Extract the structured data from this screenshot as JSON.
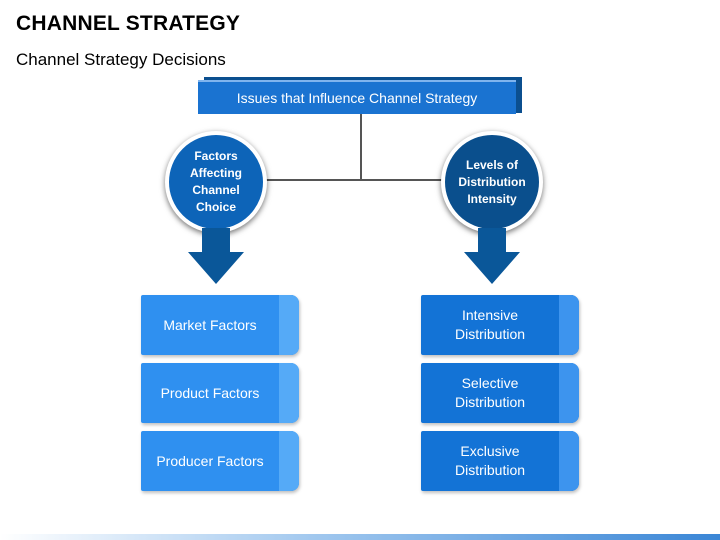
{
  "title": "CHANNEL STRATEGY",
  "subtitle": "Channel Strategy Decisions",
  "header": {
    "label": "Issues that Influence Channel Strategy"
  },
  "left_branch": {
    "circle_label": "Factors Affecting Channel Choice",
    "items": [
      "Market Factors",
      "Product Factors",
      "Producer Factors"
    ]
  },
  "right_branch": {
    "circle_label": "Levels of Distribution Intensity",
    "items": [
      "Intensive Distribution",
      "Selective Distribution",
      "Exclusive Distribution"
    ]
  },
  "colors": {
    "header": "#1a73d1",
    "left_circle": "#0d64b8",
    "right_circle": "#0a4f8d",
    "arrow": "#0a5799",
    "left_card": "#2f90f0",
    "right_card": "#1373d6"
  }
}
